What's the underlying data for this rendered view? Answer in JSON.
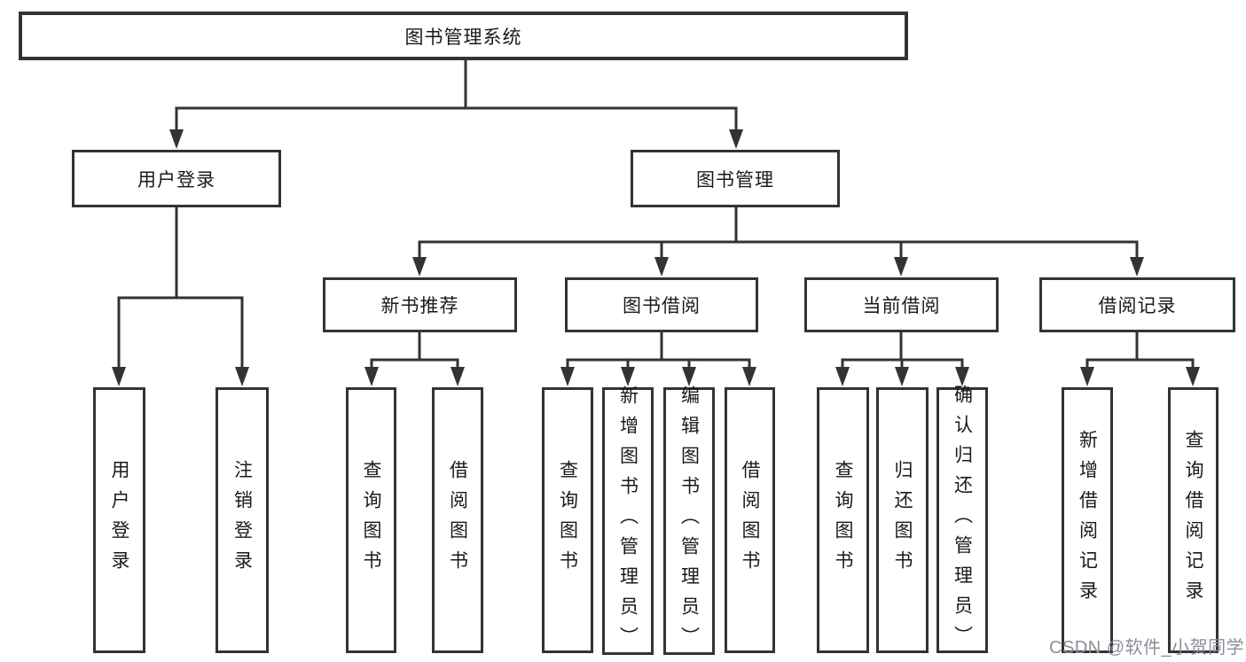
{
  "diagram": {
    "root": "图书管理系统",
    "level2": {
      "user_login": "用户登录",
      "book_management": "图书管理"
    },
    "level3": [
      "新书推荐",
      "图书借阅",
      "当前借阅",
      "借阅记录"
    ],
    "leaves": [
      "用户登录",
      "注销登录",
      "查询图书",
      "借阅图书",
      "查询图书",
      "新增图书（管理员）",
      "编辑图书（管理员）",
      "借阅图书",
      "查询图书",
      "归还图书",
      "确认归还（管理员）",
      "新增借阅记录",
      "查询借阅记录"
    ]
  },
  "watermark": "CSDN @软件_小贺同学",
  "colors": {
    "line": "#333333",
    "box_border": "#333333",
    "text": "#1a1a1a",
    "watermark": "#8d8d99"
  }
}
